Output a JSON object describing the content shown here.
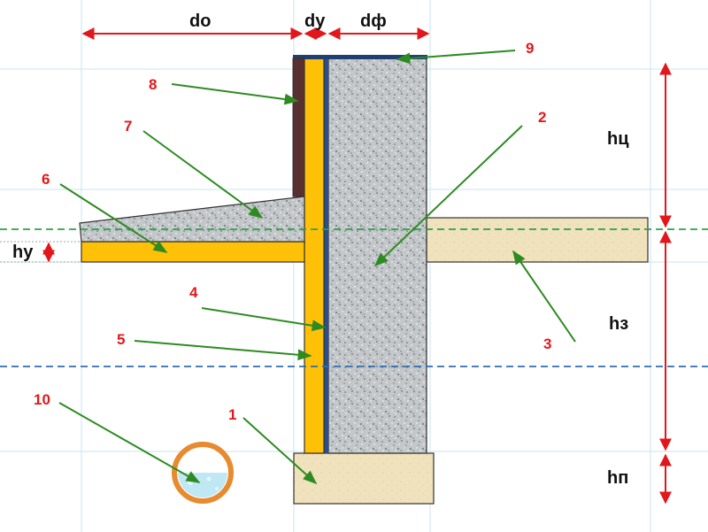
{
  "dimensions": {
    "d_o": "do",
    "d_u": "dу",
    "d_f": "dф",
    "h_c": "hц",
    "h_z": "hз",
    "h_p": "hп",
    "h_u": "hу"
  },
  "callouts": [
    "1",
    "2",
    "3",
    "4",
    "5",
    "6",
    "7",
    "8",
    "9",
    "10"
  ],
  "colors": {
    "dimension_arrow": "#e3171b",
    "leader_arrow": "#2e8b22",
    "concrete": "#b8bcbf",
    "insulation": "#ffc107",
    "sand_soil": "#f1e3bd",
    "waterproofing": "#2a4f8f",
    "protective_layer": "#5a2f2f",
    "ground_level_line": "#27a34a",
    "water_table_line": "#2c6fb5",
    "drain_pipe": "#e88a2e",
    "grid": "#c9e5f1"
  }
}
